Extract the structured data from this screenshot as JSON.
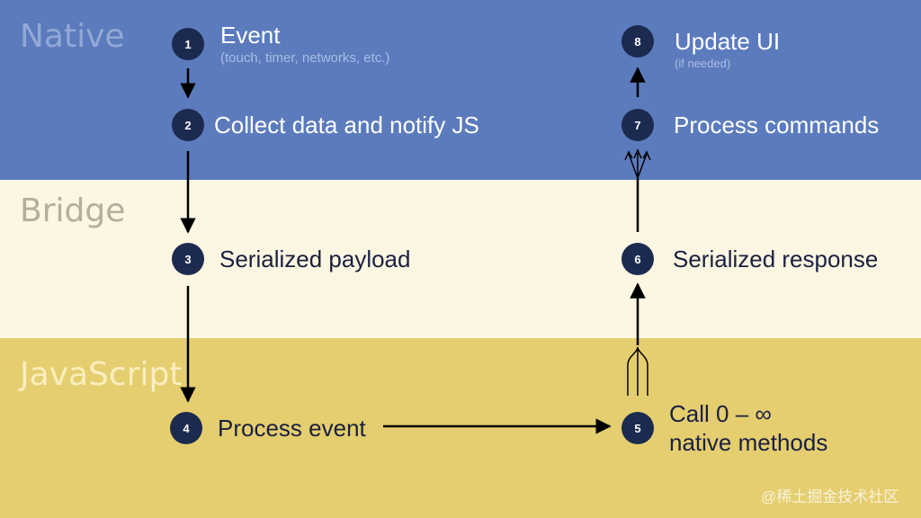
{
  "bands": {
    "native": "Native",
    "bridge": "Bridge",
    "javascript": "JavaScript"
  },
  "steps": [
    {
      "num": "1",
      "label": "Event",
      "sub": "(touch, timer, networks, etc.)"
    },
    {
      "num": "2",
      "label": "Collect data and notify JS"
    },
    {
      "num": "3",
      "label": "Serialized payload"
    },
    {
      "num": "4",
      "label": "Process event"
    },
    {
      "num": "5",
      "label_line1": "Call 0 – ∞",
      "label_line2": "native methods"
    },
    {
      "num": "6",
      "label": "Serialized response"
    },
    {
      "num": "7",
      "label": "Process commands"
    },
    {
      "num": "8",
      "label": "Update UI",
      "sub": "(if needed)"
    }
  ],
  "watermark": "@稀土掘金技术社区",
  "colors": {
    "native_band": "#5b7bbd",
    "bridge_band": "#fcf6e2",
    "javascript_band": "#e5ce6f",
    "step_circle": "#1c2a4f"
  }
}
